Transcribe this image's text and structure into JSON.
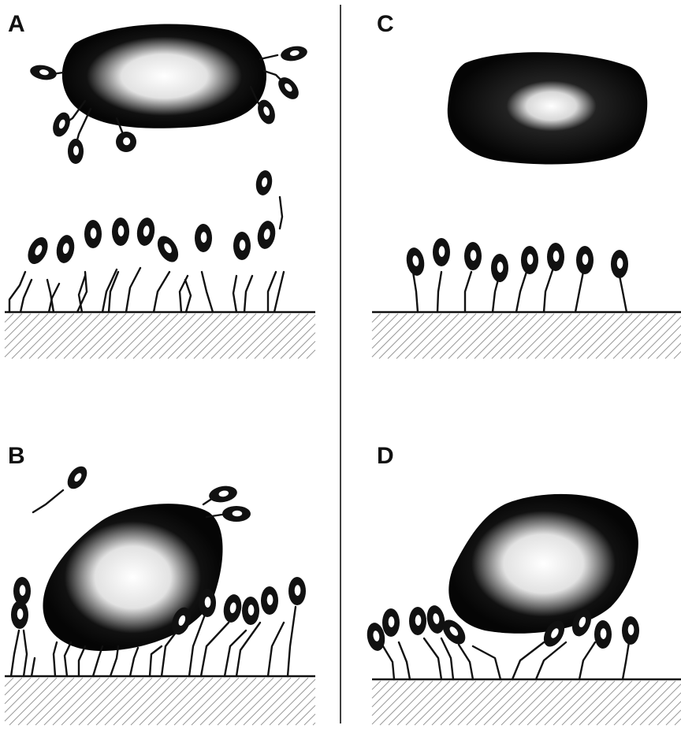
{
  "panels": [
    {
      "id": "A",
      "label": "A"
    },
    {
      "id": "B",
      "label": "B"
    },
    {
      "id": "C",
      "label": "C"
    },
    {
      "id": "D",
      "label": "D"
    }
  ],
  "colors": {
    "ink": "#111111",
    "hatch": "#9a9a9a",
    "background": "#ffffff"
  }
}
